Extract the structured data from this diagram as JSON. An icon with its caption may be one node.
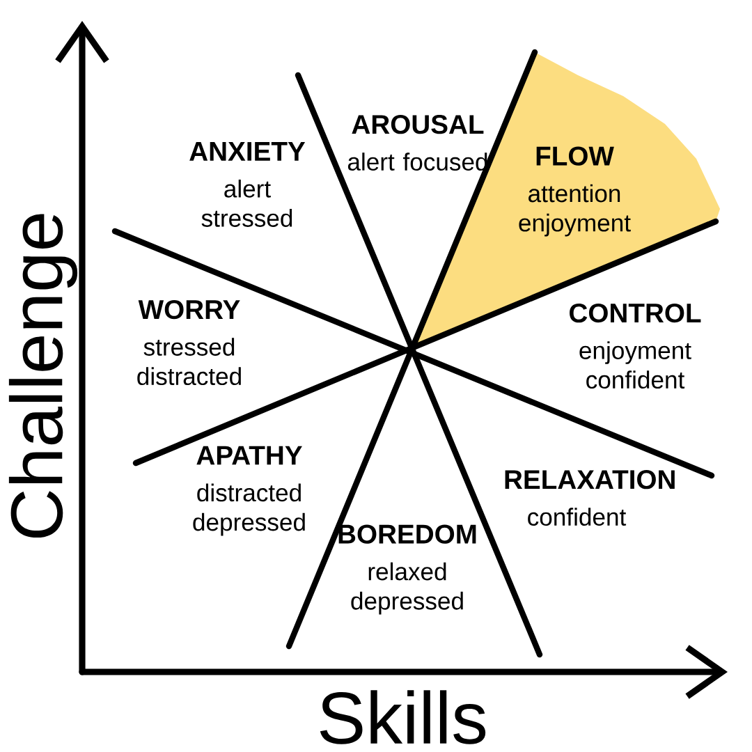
{
  "diagram": {
    "nodes": [
      {
        "text": [
          "ANXIETY",
          "alert stressed"
        ]
      },
      {
        "text": [
          "AROUSAL",
          "alert focused"
        ]
      },
      {
        "text": [
          "FLOW",
          "attention enjoyment"
        ]
      },
      {
        "text": [
          "WORRY",
          "stressed distracted"
        ]
      },
      {
        "text": [
          "CONTROL",
          "enjoyment confident"
        ]
      },
      {
        "text": [
          "APATHY",
          "distracted depressed"
        ]
      },
      {
        "text": [
          "RELAXATION",
          "confident"
        ]
      },
      {
        "text": [
          "BOREDOM",
          "relaxed depressed"
        ]
      }
    ],
    "labels": [
      "Challenge",
      "Skills"
    ]
  }
}
